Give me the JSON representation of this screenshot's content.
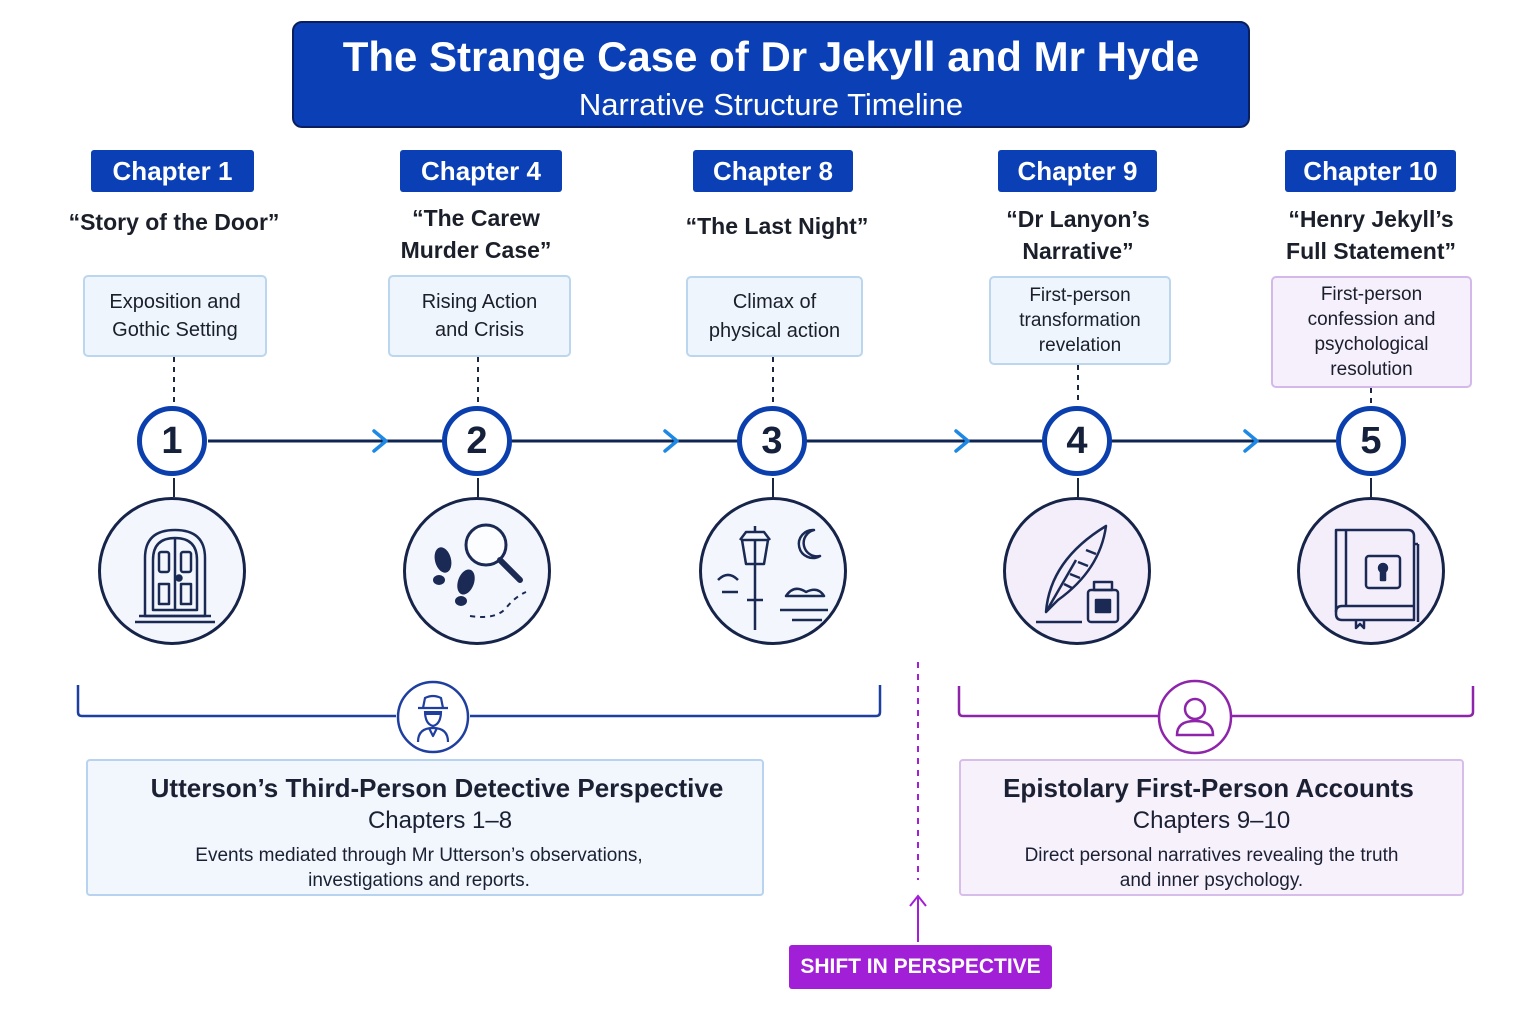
{
  "header": {
    "title": "The Strange Case of Dr Jekyll and Mr Hyde",
    "subtitle": "Narrative Structure Timeline"
  },
  "stages": [
    {
      "chapter": "Chapter 1",
      "title_lines": [
        "“Story of the Door”"
      ],
      "description_lines": [
        "Exposition and",
        "Gothic Setting"
      ],
      "number": "1",
      "icon": "door-icon",
      "tone": "blue"
    },
    {
      "chapter": "Chapter 4",
      "title_lines": [
        "“The Carew",
        "Murder Case”"
      ],
      "description_lines": [
        "Rising Action",
        "and Crisis"
      ],
      "number": "2",
      "icon": "footprints-magnifier-icon",
      "tone": "blue"
    },
    {
      "chapter": "Chapter 8",
      "title_lines": [
        "“The Last Night”"
      ],
      "description_lines": [
        "Climax of",
        "physical action"
      ],
      "number": "3",
      "icon": "street-lamp-moon-icon",
      "tone": "blue"
    },
    {
      "chapter": "Chapter 9",
      "title_lines": [
        "“Dr Lanyon’s",
        "Narrative”"
      ],
      "description_lines": [
        "First-person",
        "transformation",
        "revelation"
      ],
      "number": "4",
      "icon": "quill-ink-icon",
      "tone": "purple-circle"
    },
    {
      "chapter": "Chapter 10",
      "title_lines": [
        "“Henry Jekyll’s",
        "Full Statement”"
      ],
      "description_lines": [
        "First-person",
        "confession and",
        "psychological",
        "resolution"
      ],
      "number": "5",
      "icon": "locked-book-icon",
      "tone": "purple"
    }
  ],
  "perspectives": [
    {
      "heading": "Utterson’s Third-Person Detective Perspective",
      "chapters": "Chapters 1–8",
      "description_lines": [
        "Events mediated through Mr Utterson’s observations,",
        "investigations and reports."
      ],
      "icon": "detective-icon"
    },
    {
      "heading": "Epistolary First-Person Accounts",
      "chapters": "Chapters 9–10",
      "description_lines": [
        "Direct personal narratives revealing the truth",
        "and inner psychology."
      ],
      "icon": "person-icon"
    }
  ],
  "shift_label": "SHIFT IN PERSPECTIVE",
  "colors": {
    "primary_blue": "#0a3fb6",
    "node_ring": "#0b3fae",
    "arrow_blue": "#1e88e5",
    "accent_purple": "#a21fd8",
    "bracket_purple": "#8e24aa",
    "box_blue_bg": "#eef5fd",
    "box_purple_bg": "#f6effc"
  }
}
